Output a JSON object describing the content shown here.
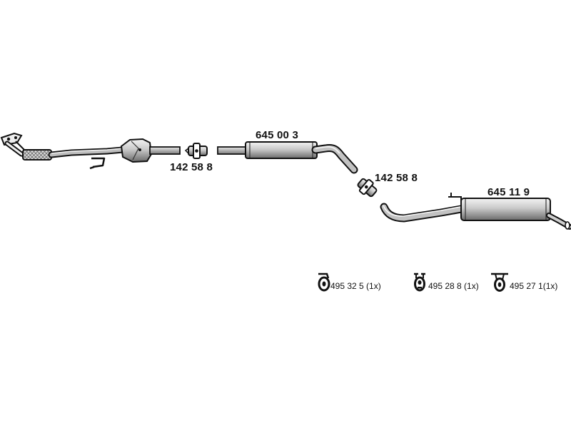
{
  "parts": {
    "front_clamp": {
      "part_number": "142 58 8"
    },
    "middle_silencer": {
      "part_number": "645 00 3"
    },
    "rear_clamp": {
      "part_number": "142 58 8"
    },
    "rear_silencer": {
      "part_number": "645 11 9"
    }
  },
  "mounts": [
    {
      "part_number": "495 32 5",
      "quantity": "(1x)",
      "label": "495 32 5 (1x)"
    },
    {
      "part_number": "495 28 8",
      "quantity": "(1x)",
      "label": "495 28 8  (1x)"
    },
    {
      "part_number": "495 27 1",
      "quantity": "(1x)",
      "label": "495 27 1(1x)"
    }
  ],
  "colors": {
    "ink": "#111111",
    "pipe_fill": "#ffffff",
    "shade": "#9a9a9a",
    "background": "#ffffff"
  }
}
